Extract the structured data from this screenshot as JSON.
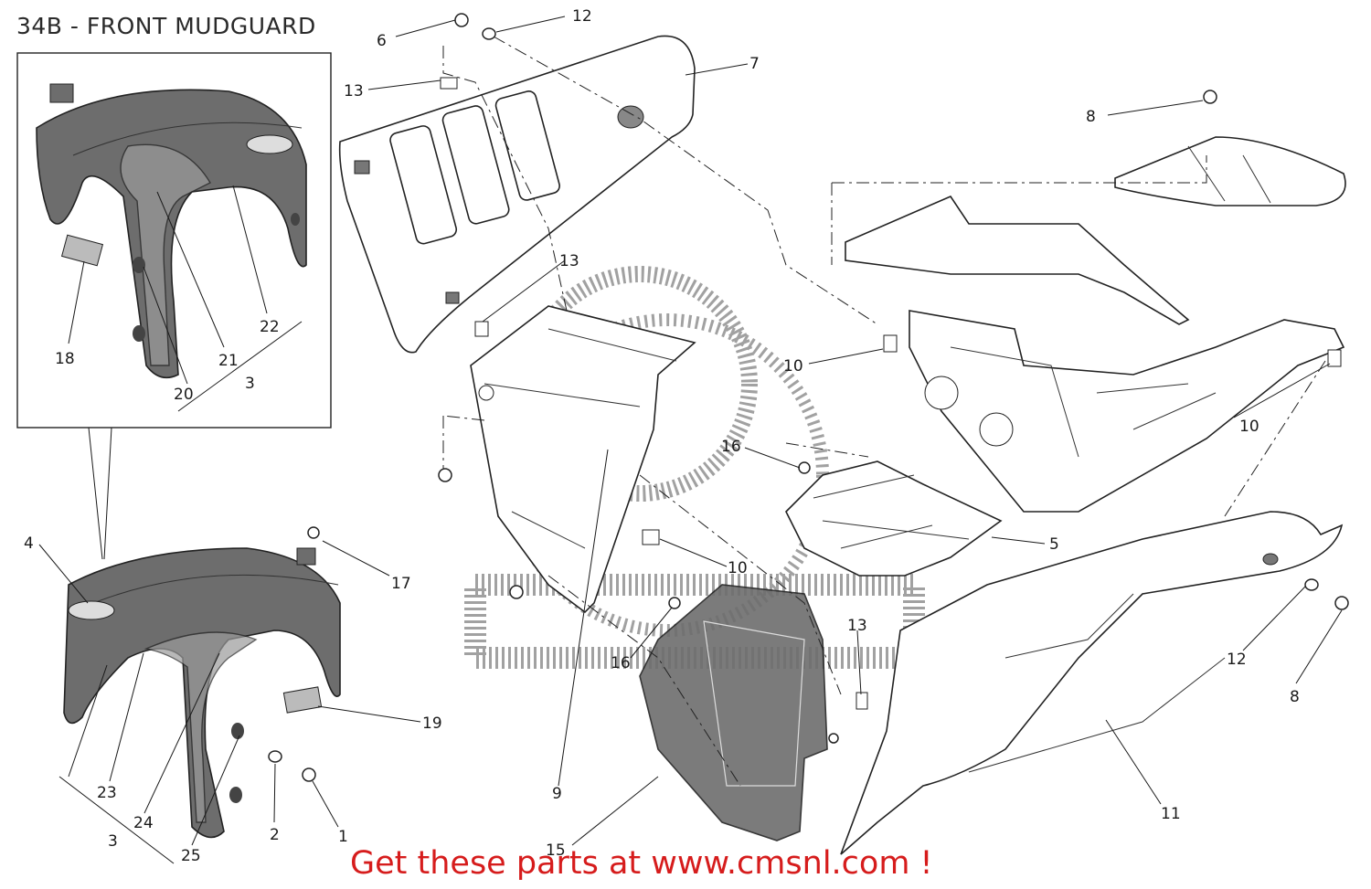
{
  "title": "34B - FRONT MUDGUARD",
  "promo": "Get these parts at www.cmsnl.com !",
  "callouts": [
    "1",
    "2",
    "3",
    "3",
    "4",
    "5",
    "6",
    "7",
    "8",
    "8",
    "9",
    "10",
    "10",
    "10",
    "11",
    "12",
    "12",
    "13",
    "13",
    "13",
    "15",
    "16",
    "16",
    "17",
    "18",
    "19",
    "20",
    "21",
    "22",
    "23",
    "24",
    "25"
  ],
  "colors": {
    "promo": "#d61c1c",
    "line": "#1a1a1a",
    "dark_part": "#6d6d6d"
  }
}
